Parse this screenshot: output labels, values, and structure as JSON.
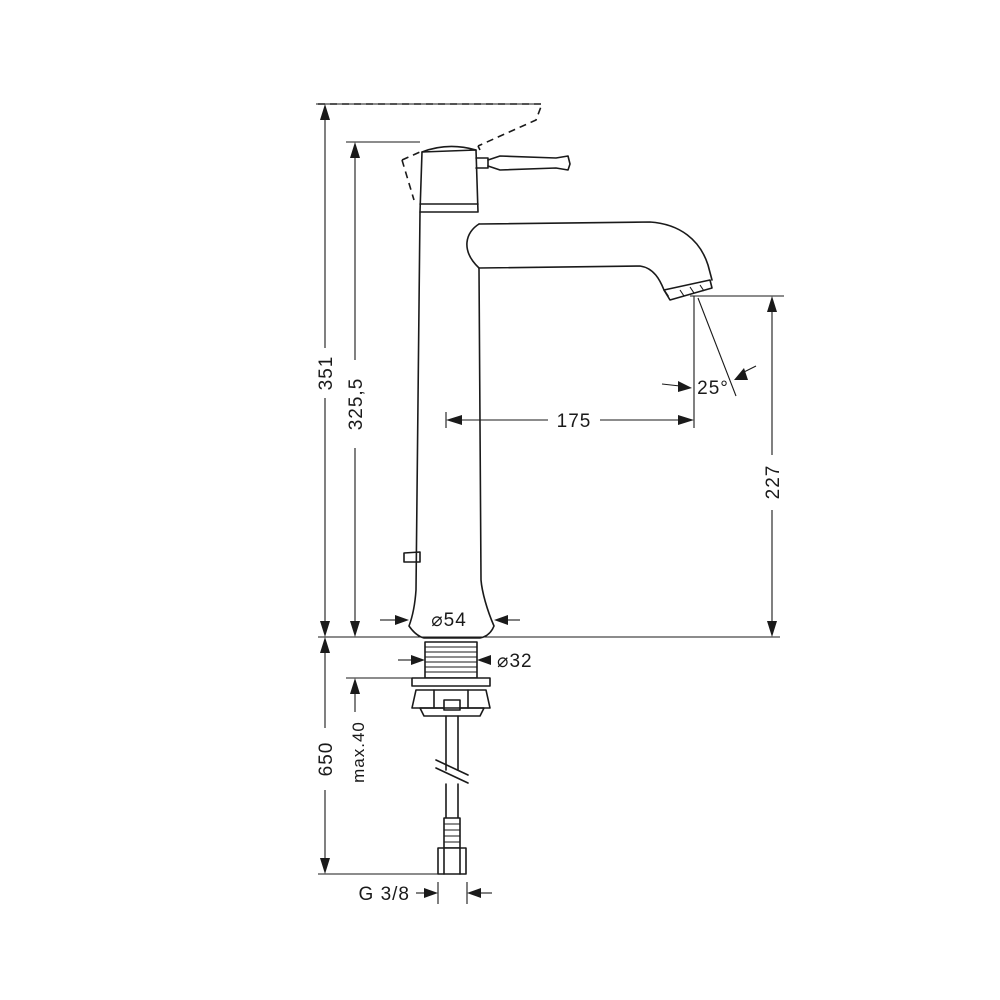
{
  "dimensions": {
    "total_height": "351",
    "lever_height": "325,5",
    "spout_reach": "175",
    "spout_height": "227",
    "spray_angle": "25°",
    "base_diameter": "⌀54",
    "shank_diameter": "⌀32",
    "hose_length": "650",
    "counter_max": "max.40",
    "connection_thread": "G 3/8"
  }
}
